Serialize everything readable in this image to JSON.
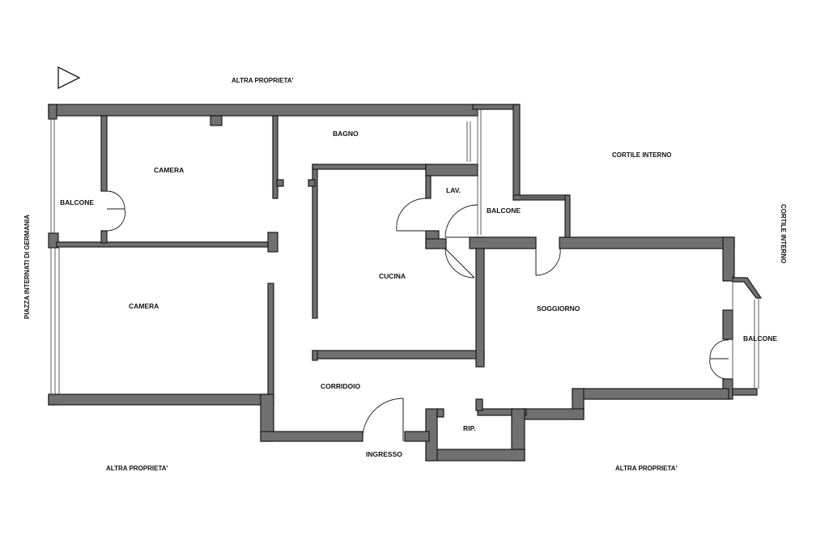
{
  "rooms": {
    "camera_top": "CAMERA",
    "camera_bottom": "CAMERA",
    "balcone_left": "BALCONE",
    "bagno": "BAGNO",
    "lav": "LAV.",
    "balcone_mid": "BALCONE",
    "cucina": "CUCINA",
    "soggiorno": "SOGGIORNO",
    "balcone_right": "BALCONE",
    "corridoio": "CORRIDOIO",
    "rip": "RIP.",
    "ingresso": "INGRESSO"
  },
  "surroundings": {
    "top": "ALTRA PROPRIETA'",
    "bottom_left": "ALTRA PROPRIETA'",
    "bottom_right": "ALTRA PROPRIETA'",
    "cortile_top": "CORTILE INTERNO",
    "cortile_right": "CORTILE INTERNO",
    "piazza": "PIAZZA INTERNATI DI GERMANIA"
  },
  "colors": {
    "wall_fill": "#707070",
    "outline": "#1a1a1a",
    "background": "#ffffff"
  }
}
